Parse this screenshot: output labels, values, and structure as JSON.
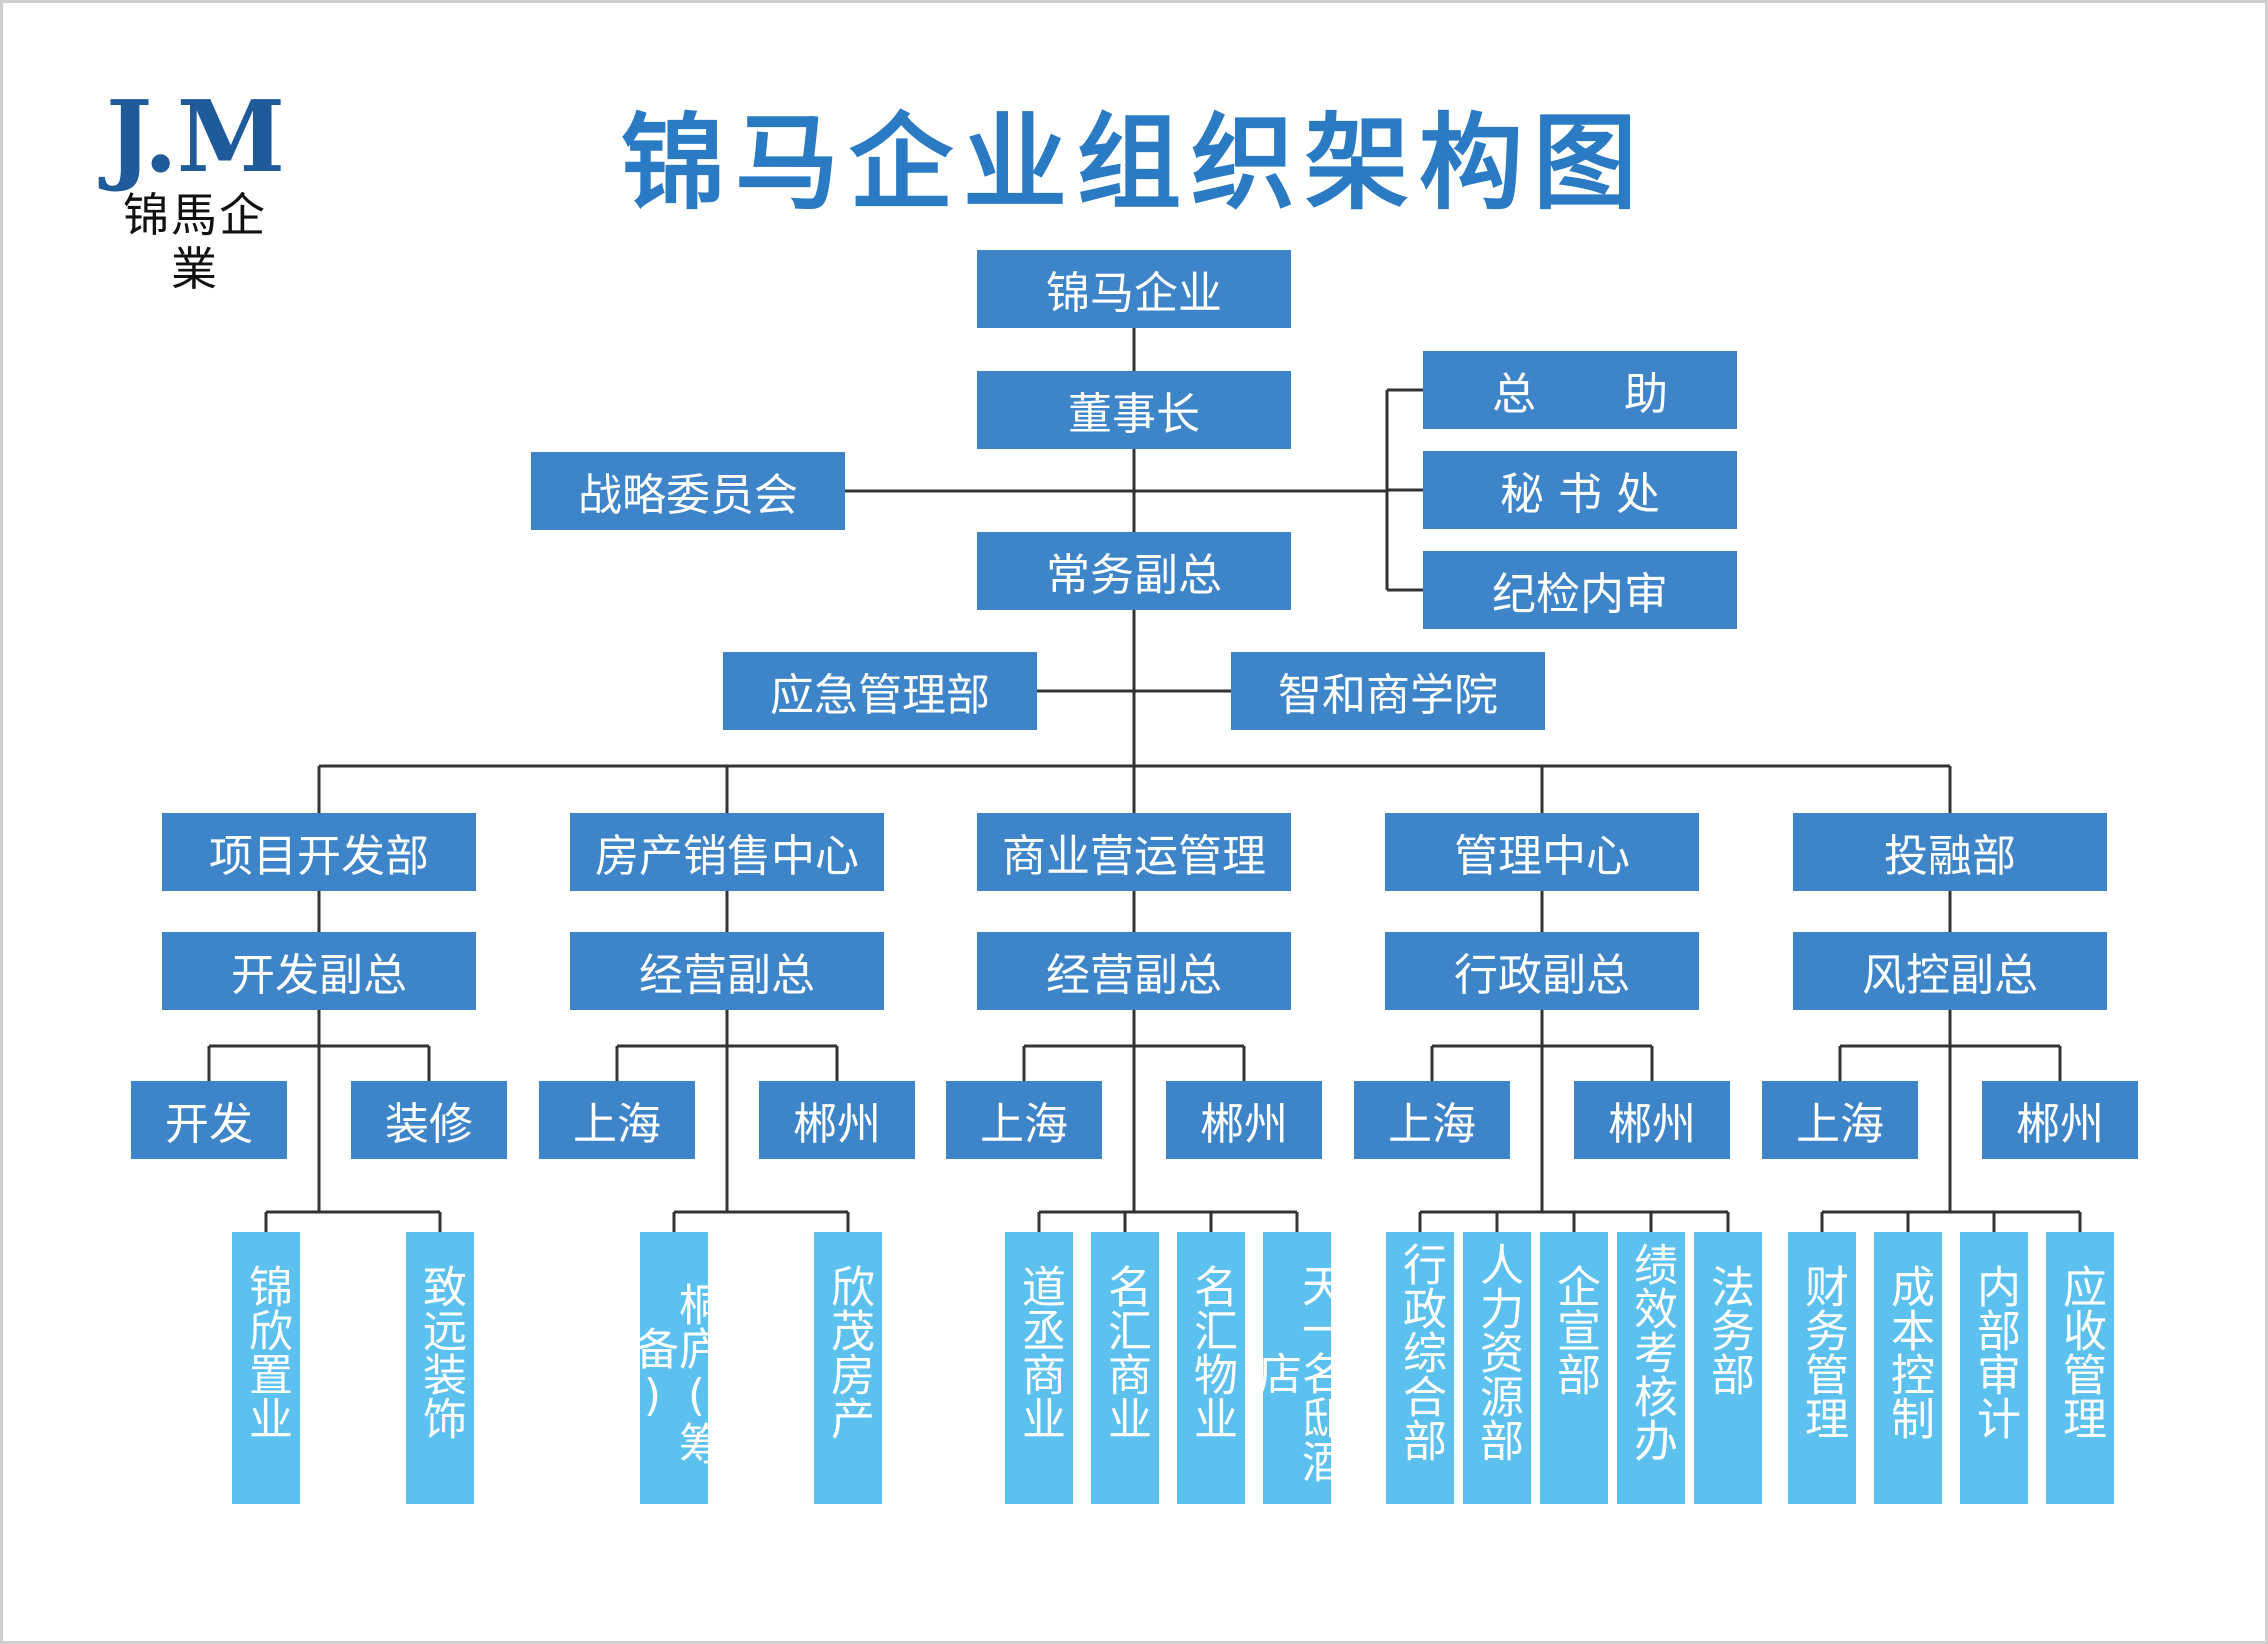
{
  "logo": {
    "mark": "J.M",
    "text": "锦馬企業"
  },
  "title": "锦马企业组织架构图",
  "colors": {
    "primary": "#3d85c8",
    "leaf": "#5cc1ee",
    "title": "#2b7bc4",
    "line": "#333333"
  },
  "top": {
    "company": "锦马企业",
    "chairman": "董事长",
    "strategy": "战略委员会",
    "assistants": [
      "总　　助",
      "秘 书 处",
      "纪检内审"
    ],
    "exec_vp": "常务副总",
    "emergency": "应急管理部",
    "academy": "智和商学院"
  },
  "branches": [
    {
      "dept": "项目开发部",
      "vp": "开发副总",
      "subs": [
        "开发",
        "装修"
      ],
      "leaves": [
        "锦欣置业",
        "致远装饰"
      ]
    },
    {
      "dept": "房产销售中心",
      "vp": "经营副总",
      "subs": [
        "上海",
        "郴州"
      ],
      "leaves": [
        "桐庐(筹备)",
        "欣茂房产"
      ]
    },
    {
      "dept": "商业营运管理",
      "vp": "经营副总",
      "subs": [
        "上海",
        "郴州"
      ],
      "leaves": [
        "道丞商业",
        "名汇商业",
        "名汇物业",
        "天一名邸酒店"
      ]
    },
    {
      "dept": "管理中心",
      "vp": "行政副总",
      "subs": [
        "上海",
        "郴州"
      ],
      "leaves": [
        "行政综合部",
        "人力资源部",
        "企宣部",
        "绩效考核办",
        "法务部"
      ]
    },
    {
      "dept": "投融部",
      "vp": "风控副总",
      "subs": [
        "上海",
        "郴州"
      ],
      "leaves": [
        "财务管理",
        "成本控制",
        "内部审计",
        "应收管理"
      ]
    }
  ]
}
